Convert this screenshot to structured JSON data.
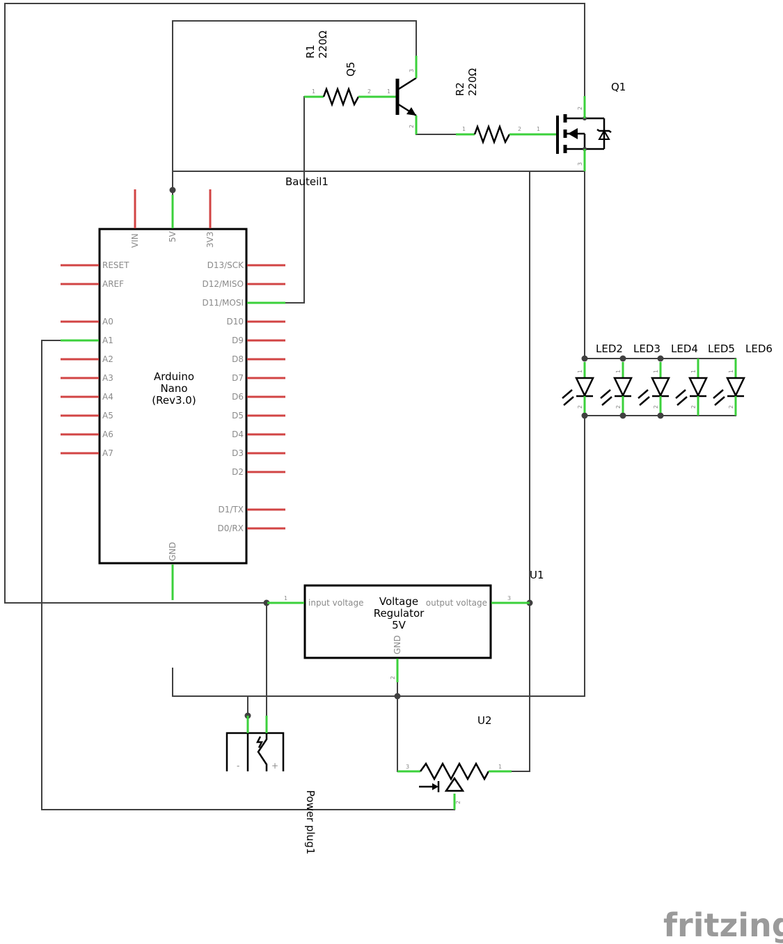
{
  "schematic": {
    "arduino": {
      "title_line1": "Arduino",
      "title_line2": "Nano",
      "title_line3": "(Rev3.0)",
      "top_pins": [
        "VIN",
        "5V",
        "3V3"
      ],
      "bottom_pin": "GND",
      "left_pins": [
        "RESET",
        "AREF",
        "A0",
        "A1",
        "A2",
        "A3",
        "A4",
        "A5",
        "A6",
        "A7"
      ],
      "right_pins": [
        "D13/SCK",
        "D12/MISO",
        "D11/MOSI",
        "D10",
        "D9",
        "D8",
        "D7",
        "D6",
        "D5",
        "D4",
        "D3",
        "D2",
        "D1/TX",
        "D0/RX"
      ]
    },
    "labels": {
      "bauteil": "Bauteil1",
      "r1_name": "R1",
      "r1_value": "220Ω",
      "r2_name": "R2",
      "r2_value": "220Ω",
      "q5": "Q5",
      "q1": "Q1",
      "u1": "U1",
      "u2": "U2",
      "power_plug": "Power plug1",
      "leds": [
        "LED2",
        "LED3",
        "LED4",
        "LED5",
        "LED6"
      ]
    },
    "regulator": {
      "input": "input voltage",
      "output": "output voltage",
      "title_line1": "Voltage",
      "title_line2": "Regulator",
      "title_line3": "5V",
      "gnd": "GND"
    },
    "jack": {
      "minus": "-",
      "plus": "+"
    },
    "pin_numbers": {
      "one": "1",
      "two": "2",
      "three": "3"
    },
    "colors": {
      "wire": "#404040",
      "connected_pin": "#3bd13b",
      "unconnected_pin": "#d24444"
    },
    "logo": "fritzing"
  }
}
